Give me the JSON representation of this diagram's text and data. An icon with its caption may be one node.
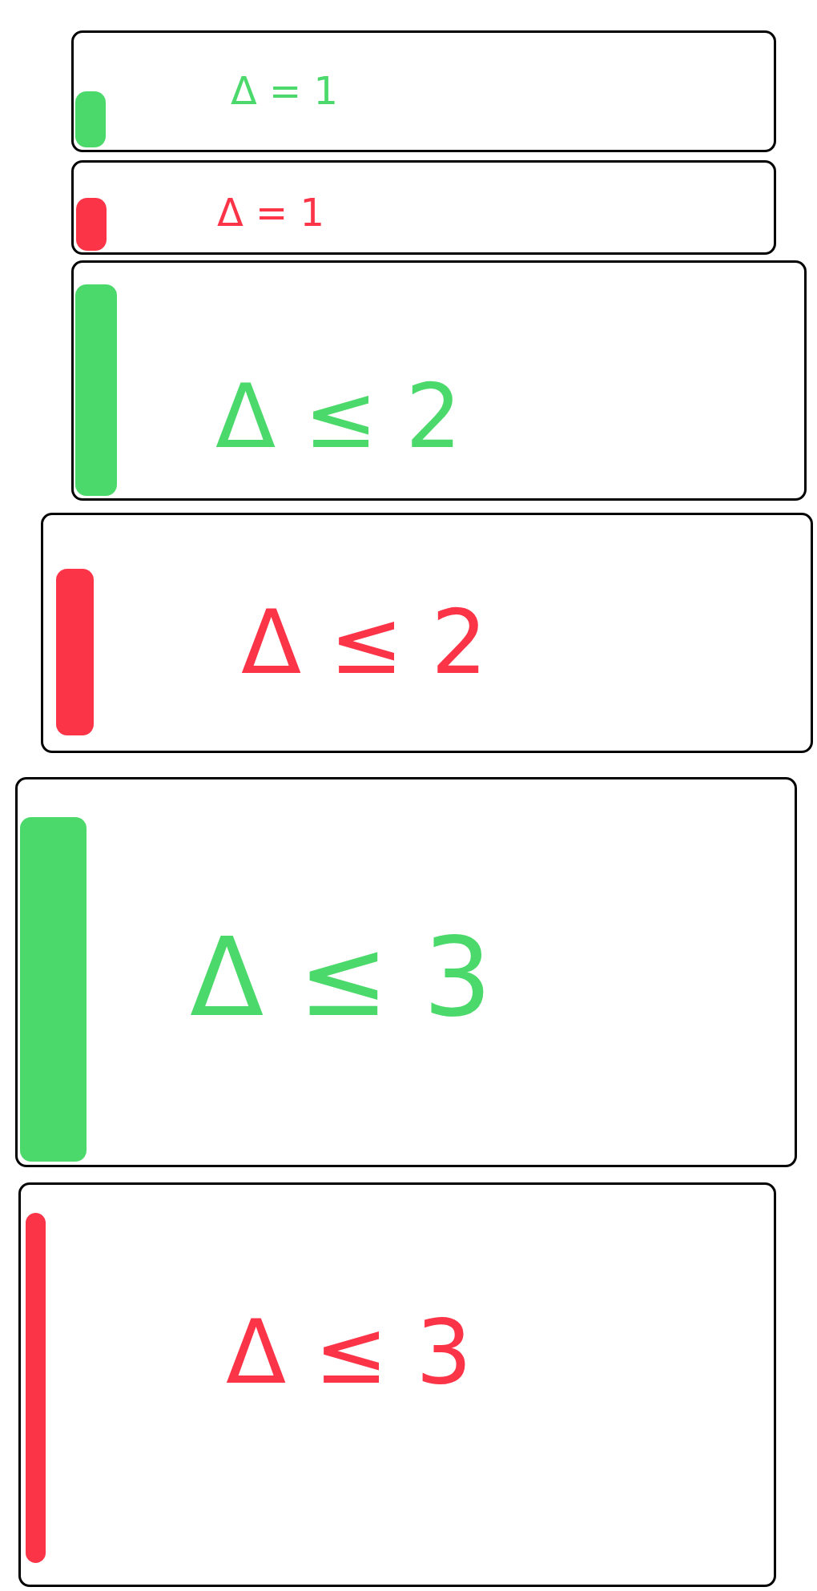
{
  "diagram": {
    "nodes": [
      {
        "text": [
          "Δ = 1"
        ]
      },
      {
        "text": [],
        "shape": "bar",
        "in": 0
      },
      {
        "text": [
          "Δ = 1"
        ]
      },
      {
        "text": [],
        "shape": "bar",
        "in": 2
      },
      {
        "text": [
          "Δ ≤ 2"
        ]
      },
      {
        "text": [],
        "shape": "bar",
        "in": 4
      },
      {
        "text": [
          "Δ ≤ 2"
        ]
      },
      {
        "text": [],
        "shape": "bar",
        "in": 6
      },
      {
        "text": [
          "Δ ≤ 3"
        ]
      },
      {
        "text": [],
        "shape": "bar",
        "in": 8
      },
      {
        "text": [
          "Δ ≤ 3"
        ]
      },
      {
        "text": [],
        "shape": "bar",
        "in": 10
      }
    ]
  }
}
